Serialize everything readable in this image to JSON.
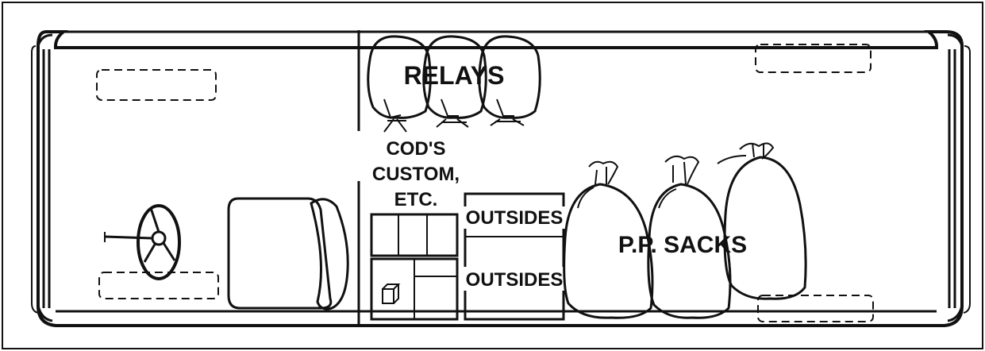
{
  "diagram": {
    "labels": {
      "relays": "RELAYS",
      "cods_line1": "COD'S",
      "cods_line2": "CUSTOM,",
      "cods_line3": "ETC.",
      "outsides_top": "OUTSIDES",
      "outsides_bottom": "OUTSIDES",
      "pp_sacks": "P.P. SACKS"
    },
    "colors": {
      "ink": "#111111",
      "background": "#ffffff"
    }
  }
}
